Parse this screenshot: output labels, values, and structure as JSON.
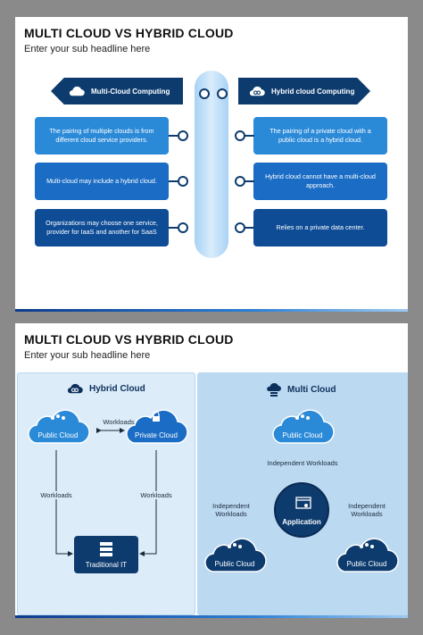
{
  "slide1": {
    "title": "MULTI CLOUD VS HYBRID CLOUD",
    "subtitle": "Enter your sub headline here",
    "left_header": "Multi-Cloud Computing",
    "right_header": "Hybrid cloud Computing",
    "rows": [
      {
        "left": "The pairing of multiple clouds is from different cloud service providers.",
        "right": "The pairing of a private cloud with a public cloud is a hybrid cloud."
      },
      {
        "left": "Multi-cloud may include a hybrid cloud.",
        "right": "Hybrid cloud cannot have a multi-cloud approach."
      },
      {
        "left": "Organizations may choose one service, provider for IaaS and another for SaaS",
        "right": "Relies on a private data center."
      }
    ]
  },
  "slide2": {
    "title": "MULTI CLOUD VS HYBRID CLOUD",
    "subtitle": "Enter your sub headline here",
    "hybrid": {
      "title": "Hybrid Cloud",
      "public_cloud": "Public Cloud",
      "private_cloud": "Private Cloud",
      "workloads_top": "Workloads",
      "workloads_left": "Workloads",
      "workloads_right": "Workloads",
      "traditional_it": "Traditional IT"
    },
    "multi": {
      "title": "Multi Cloud",
      "public_cloud_top": "Public Cloud",
      "independent_top": "Independent Workloads",
      "independent_left": "Independent Workloads",
      "independent_right": "Independent Workloads",
      "application": "Application",
      "public_cloud_left": "Public Cloud",
      "public_cloud_right": "Public Cloud"
    }
  },
  "colors": {
    "navy": "#0d3b6e",
    "blue_light": "#2b8ad8",
    "blue_mid": "#1a6cc4",
    "blue_dark": "#0e4c96",
    "panel_light": "#dcecf9",
    "panel_multi": "#bcd9f2"
  }
}
